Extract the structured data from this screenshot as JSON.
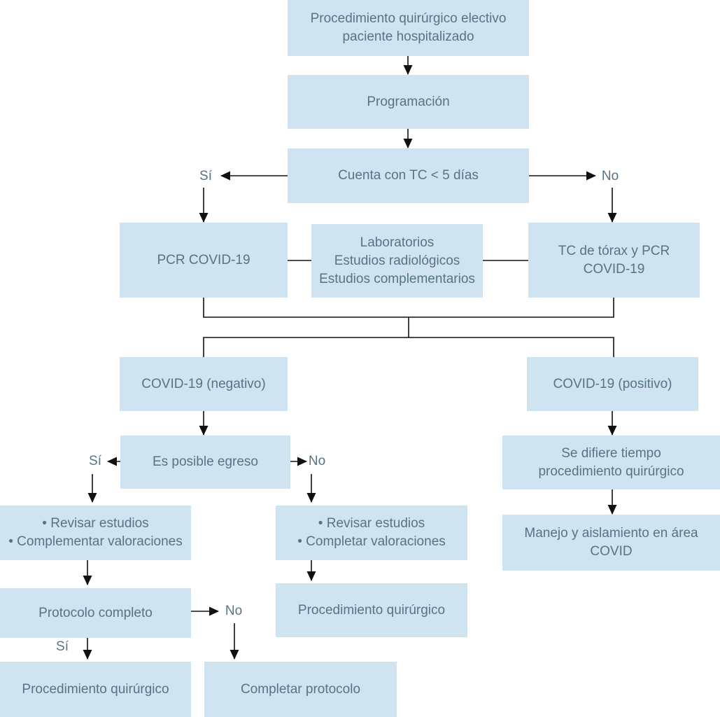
{
  "diagram": {
    "description": "Flowchart: elective surgical procedure protocol for hospitalized patients during COVID-19",
    "colors": {
      "node_fill": "#cfe3f0",
      "node_text": "#577486",
      "connector": "#111111",
      "background": "#ffffff"
    },
    "nodes": {
      "proc_electivo": "Procedimiento quirúrgico electivo\npaciente hospitalizado",
      "programacion": "Programación",
      "cuenta_tc": "Cuenta con TC < 5 días",
      "pcr_covid": "PCR COVID-19",
      "laboratorios": "Laboratorios\nEstudios radiológicos\nEstudios complementarios",
      "tc_torax": "TC de tórax y PCR\nCOVID-19",
      "covid_negativo": "COVID-19 (negativo)",
      "covid_positivo": "COVID-19 (positivo)",
      "es_posible_egreso": "Es posible egreso",
      "revisar_complementar": "• Revisar estudios\n• Complementar valoraciones",
      "revisar_completar": "• Revisar estudios\n• Completar valoraciones",
      "se_difiere": "Se difiere tiempo\nprocedimiento quirúrgico",
      "manejo_aislamiento": "Manejo y aislamiento en área\nCOVID",
      "protocolo_completo": "Protocolo completo",
      "proc_quirurgico_mid": "Procedimiento quirúrgico",
      "proc_quirurgico_bottom": "Procedimiento quirúrgico",
      "completar_protocolo": "Completar protocolo"
    },
    "edge_labels": {
      "tc_si": "Sí",
      "tc_no": "No",
      "egreso_si": "Sí",
      "egreso_no": "No",
      "protocolo_no": "No",
      "protocolo_si": "Sí"
    }
  }
}
